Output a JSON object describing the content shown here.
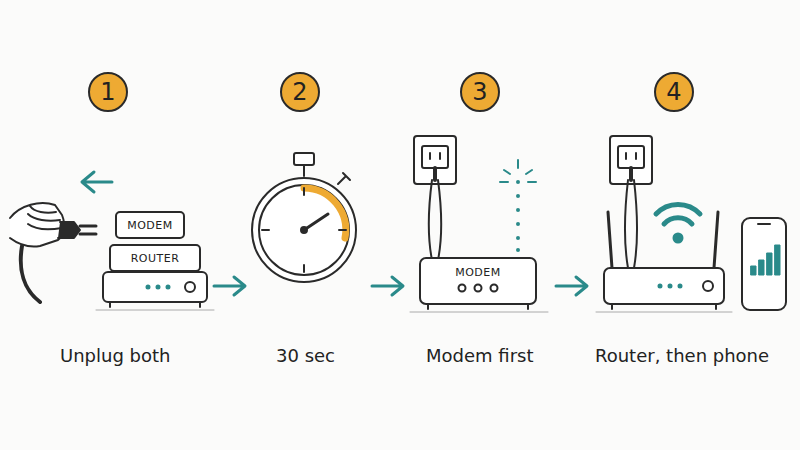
{
  "diagram": {
    "nodes": [
      {
        "text": [
          "1"
        ]
      },
      {
        "text": [
          "MODEM"
        ]
      },
      {
        "text": [
          "ROUTER"
        ]
      },
      {
        "text": [
          "2"
        ]
      },
      {
        "text": [
          "3"
        ]
      },
      {
        "text": [
          "MODEM"
        ]
      },
      {
        "text": [
          "4"
        ]
      }
    ],
    "labels": [
      "Unplug both",
      "30 sec",
      "Modem first",
      "Router, then phone"
    ]
  }
}
